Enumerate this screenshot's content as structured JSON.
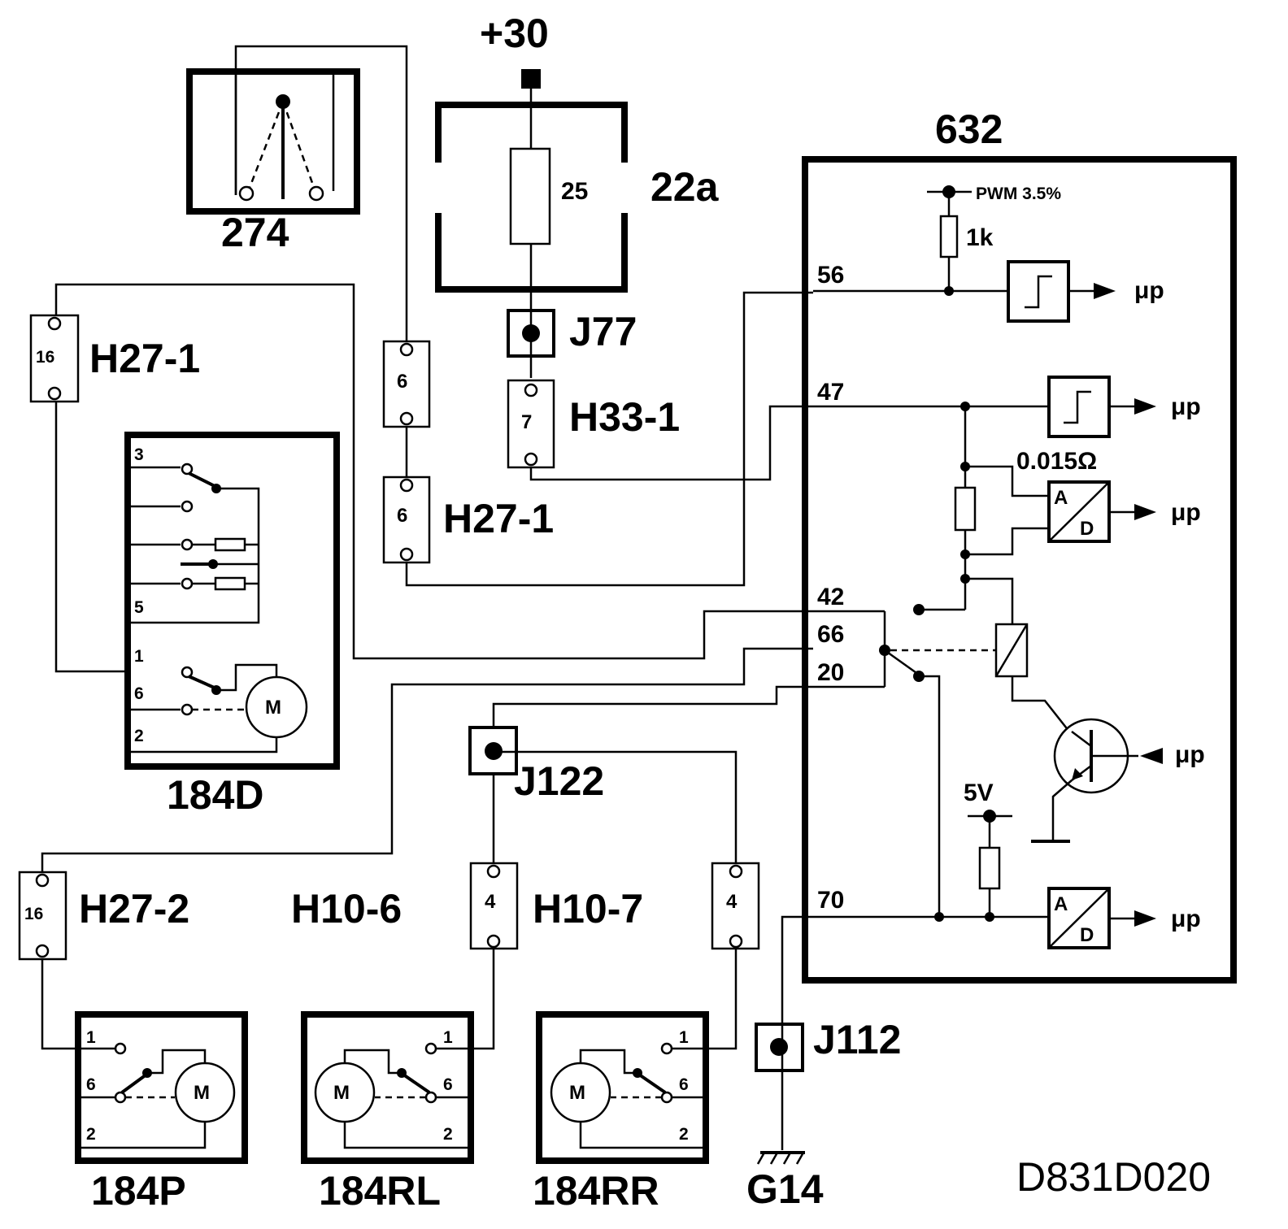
{
  "components": {
    "supply": "+30",
    "fuse_box": "22a",
    "fuse_rating": "25",
    "switch_274": "274",
    "ecu": "632",
    "motor_driver": "184D",
    "motor_passenger": "184P",
    "motor_rear_left": "184RL",
    "motor_rear_right": "184RR",
    "ground": "G14"
  },
  "junctions": {
    "j77": "J77",
    "j122": "J122",
    "j112": "J112"
  },
  "connectors": {
    "h27_1_top": {
      "label": "H27-1",
      "pin": "16"
    },
    "h27_1_mid_pin": "6",
    "h27_1_bottom": {
      "label": "H27-1",
      "pin": "6"
    },
    "h33_1": {
      "label": "H33-1",
      "pin": "7"
    },
    "h27_2": {
      "label": "H27-2",
      "pin": "16"
    },
    "h10_6": {
      "label": "H10-6",
      "pin": "4"
    },
    "h10_7": {
      "label": "H10-7",
      "pin": "4"
    }
  },
  "ecu_pins": [
    "56",
    "47",
    "42",
    "66",
    "20",
    "70"
  ],
  "ecu_internals": {
    "pwm": "PWM 3.5%",
    "resistor": "1k",
    "shunt": "0.015Ω",
    "voltage": "5V",
    "mcu_label": "μp",
    "adc_a": "A",
    "adc_d": "D"
  },
  "switch_pins_184d": [
    "3",
    "5",
    "1",
    "6",
    "2"
  ],
  "motor_pins": [
    "1",
    "6",
    "2"
  ],
  "motor_symbol": "M",
  "drawing_code": "D831D020"
}
